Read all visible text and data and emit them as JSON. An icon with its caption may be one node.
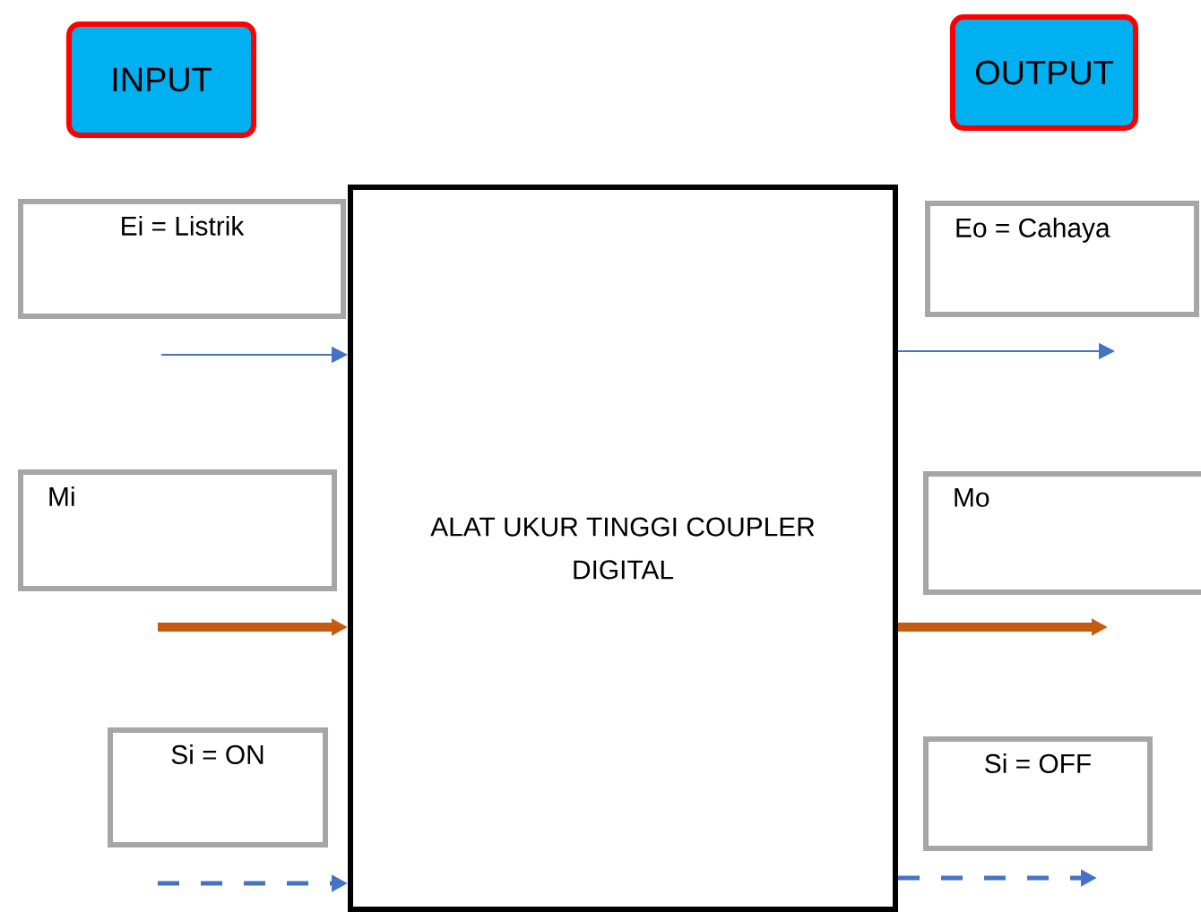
{
  "diagram": {
    "nodes": [
      {
        "text": [
          "INPUT"
        ]
      },
      {
        "text": [
          "OUTPUT"
        ]
      },
      {
        "text": [
          "Ei = Listrik"
        ]
      },
      {
        "text": [
          "Mi"
        ]
      },
      {
        "text": [
          "Si = ON"
        ]
      },
      {
        "text": [
          "ALAT UKUR TINGGI COUPLER DIGITAL"
        ]
      },
      {
        "text": [
          "Eo = Cahaya"
        ]
      },
      {
        "text": [
          "Mo"
        ]
      },
      {
        "text": [
          "Si = OFF"
        ]
      }
    ],
    "edges": [
      {
        "from": null,
        "to": 5,
        "arrow": "to"
      },
      {
        "from": null,
        "to": 5,
        "arrow": "to",
        "style": "thick",
        "color": "#c55a11"
      },
      {
        "from": null,
        "to": 5,
        "arrow": "to",
        "style": "dashed"
      },
      {
        "from": 5,
        "to": null,
        "arrow": "to"
      },
      {
        "from": 5,
        "to": null,
        "arrow": "to",
        "style": "thick",
        "color": "#c55a11"
      },
      {
        "from": 5,
        "to": null,
        "arrow": "to",
        "style": "dashed"
      }
    ]
  }
}
